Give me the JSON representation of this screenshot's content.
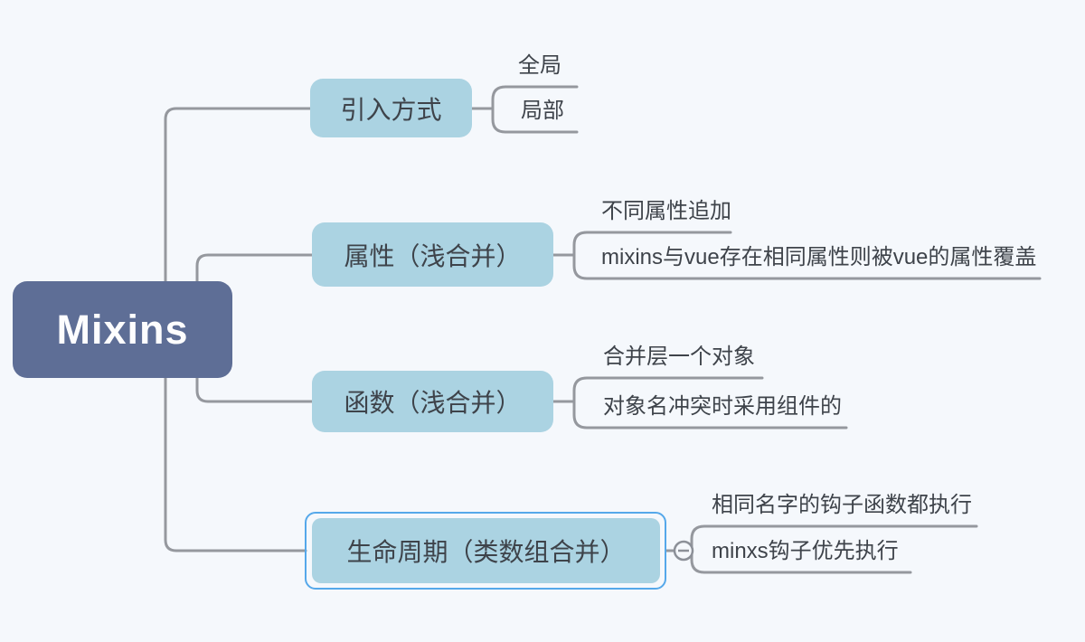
{
  "mindmap": {
    "root": {
      "label": "Mixins"
    },
    "branches": [
      {
        "label": "引入方式",
        "children": [
          {
            "label": "全局"
          },
          {
            "label": "局部"
          }
        ]
      },
      {
        "label": "属性（浅合并）",
        "children": [
          {
            "label": "不同属性追加"
          },
          {
            "label": "mixins与vue存在相同属性则被vue的属性覆盖"
          }
        ]
      },
      {
        "label": "函数（浅合并）",
        "children": [
          {
            "label": "合并层一个对象"
          },
          {
            "label": "对象名冲突时采用组件的"
          }
        ]
      },
      {
        "label": "生命周期（类数组合并）",
        "selected": true,
        "collapse_icon": "minus-circle",
        "children": [
          {
            "label": "相同名字的钩子函数都执行"
          },
          {
            "label": "minxs钩子优先执行"
          }
        ]
      }
    ],
    "colors": {
      "background": "#f5f8fc",
      "root_fill": "#5e6e96",
      "root_text": "#fdfdfe",
      "branch_fill": "#abd3e2",
      "node_text": "#3e434a",
      "connector": "#95989e",
      "selection": "#55a8ea"
    }
  }
}
